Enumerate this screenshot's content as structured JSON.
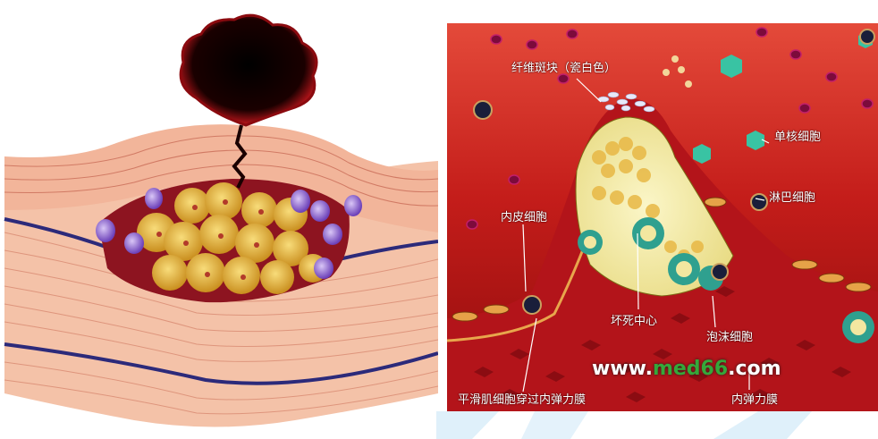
{
  "left_illustration": {
    "description_icon": "ruptured-plaque-icon"
  },
  "right_illustration": {
    "labels": {
      "fibrous_plaque": "纤维斑块（瓷白色）",
      "monocyte": "单核细胞",
      "lymphocyte": "淋巴细胞",
      "endothelial_cell": "内皮细胞",
      "necrotic_core": "坏死中心",
      "foam_cell": "泡沫细胞",
      "smooth_muscle": "平滑肌细胞穿过内弹力膜",
      "internal_elastic_membrane": "内弹力膜"
    },
    "watermark": {
      "prefix": "www.",
      "highlight": "med66",
      "suffix": ".com"
    }
  },
  "colors": {
    "vessel_red": "#a10f12",
    "plaque_yellow": "#f3e9a0",
    "tissue_pink": "#f2b59a",
    "clot_black": "#1a0000"
  }
}
